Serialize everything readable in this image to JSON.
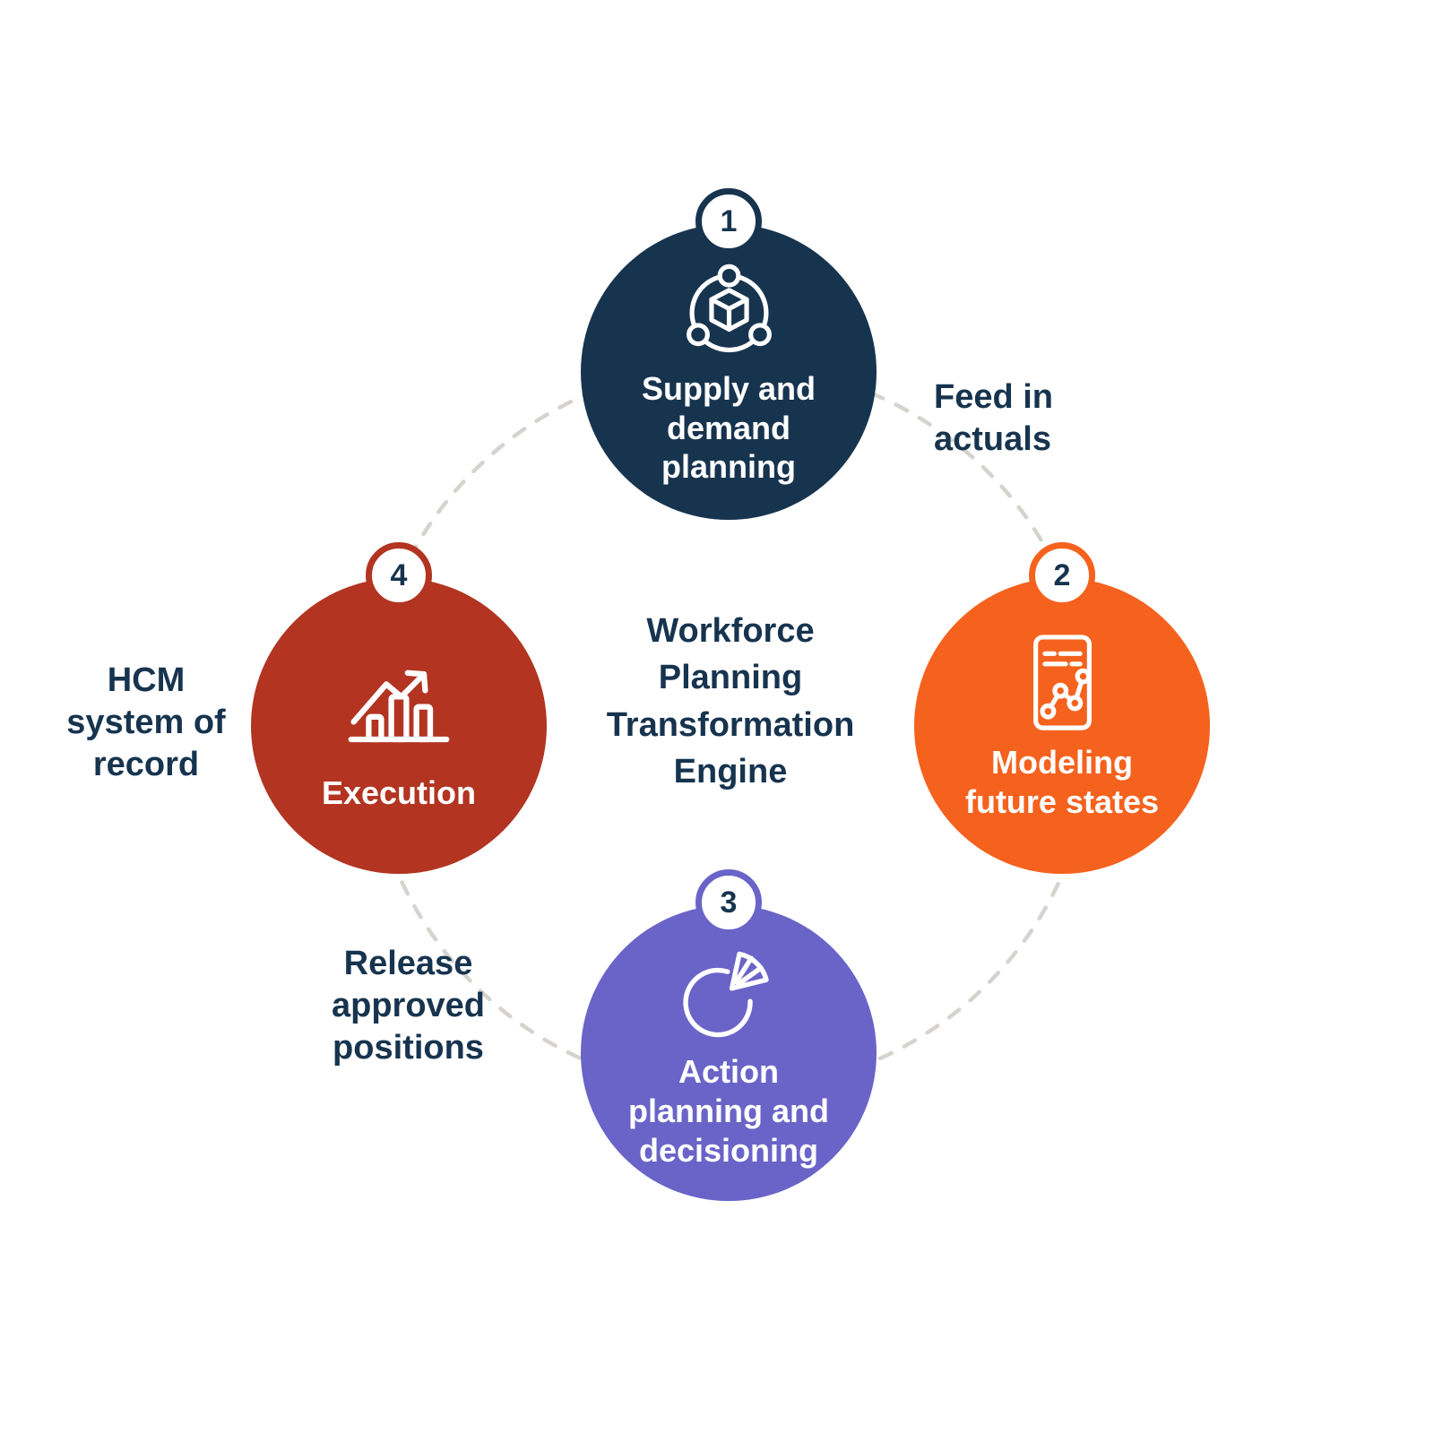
{
  "title": {
    "text": "Workforce\nPlanning\nTransformation\nEngine"
  },
  "nodes": [
    {
      "number": "1",
      "label": "Supply and\ndemand\nplanning",
      "icon": "cube-network-icon",
      "color": "#17344F"
    },
    {
      "number": "2",
      "label": "Modeling\nfuture states",
      "icon": "report-chart-icon",
      "color": "#F5621E"
    },
    {
      "number": "3",
      "label": "Action\nplanning and\ndecisioning",
      "icon": "pie-chart-icon",
      "color": "#6A64C8"
    },
    {
      "number": "4",
      "label": "Execution",
      "icon": "bar-chart-arrow-icon",
      "color": "#B23421"
    }
  ],
  "annotations": [
    {
      "text": "Feed in\nactuals",
      "position": "top-right"
    },
    {
      "text": "HCM\nsystem of\nrecord",
      "position": "left"
    },
    {
      "text": "Release\napproved\npositions",
      "position": "bottom-left"
    }
  ],
  "colors": {
    "navy": "#17344F",
    "orange": "#F5621E",
    "purple": "#6A64C8",
    "red": "#B23421",
    "text": "#17344F",
    "dashed_ring": "#D6D3CF",
    "background": "#FFFFFF",
    "icon_stroke": "#FFFFFF"
  }
}
